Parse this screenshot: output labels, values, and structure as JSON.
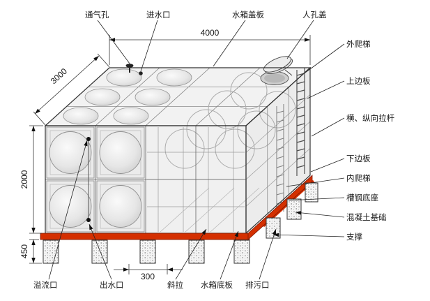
{
  "diagram": {
    "kind": "sectional-water-tank-assembly-drawing"
  },
  "labels": {
    "top": [
      {
        "id": "vent-hole",
        "text": "通气孔"
      },
      {
        "id": "water-inlet",
        "text": "进水口"
      },
      {
        "id": "tank-cover-plate",
        "text": "水箱盖板"
      },
      {
        "id": "manhole-cover",
        "text": "人孔盖"
      }
    ],
    "right": [
      {
        "id": "external-ladder",
        "text": "外爬梯"
      },
      {
        "id": "upper-side-plate",
        "text": "上边板"
      },
      {
        "id": "tie-rods",
        "text": "横、纵向拉杆"
      },
      {
        "id": "lower-side-plate",
        "text": "下边板"
      },
      {
        "id": "internal-ladder",
        "text": "内爬梯"
      },
      {
        "id": "channel-steel-base",
        "text": "槽钢底座"
      },
      {
        "id": "concrete-foundation",
        "text": "混凝土基础"
      },
      {
        "id": "support",
        "text": "支撑"
      }
    ],
    "bottom": [
      {
        "id": "overflow-port",
        "text": "溢流口"
      },
      {
        "id": "outlet-port",
        "text": "出水口"
      },
      {
        "id": "diagonal-tie",
        "text": "斜拉"
      },
      {
        "id": "tank-bottom-plate",
        "text": "水箱底板"
      },
      {
        "id": "drain-port",
        "text": "排污口"
      }
    ]
  },
  "dimensions": {
    "width": "4000",
    "depth": "3000",
    "height": "2000",
    "foundation_height": "450",
    "support_spacing": "300"
  },
  "colors": {
    "base_red": "#d42f00",
    "line": "#333333"
  }
}
